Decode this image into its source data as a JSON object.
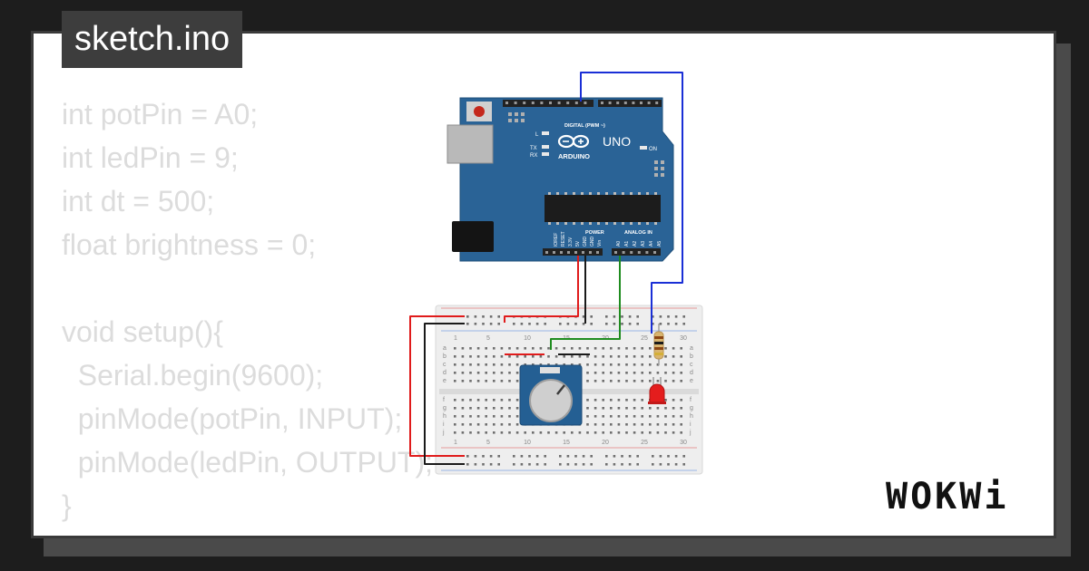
{
  "file_tab": {
    "label": "sketch.ino"
  },
  "code_lines": [
    "int potPin = A0;",
    "int ledPin = 9;",
    "int dt = 500;",
    "float brightness = 0;",
    "",
    "void setup(){",
    "  Serial.begin(9600);",
    "  pinMode(potPin, INPUT);",
    "  pinMode(ledPin, OUTPUT);",
    "}"
  ],
  "board": {
    "brand": "ARDUINO",
    "model": "UNO",
    "digital_header": "DIGITAL (PWM ~)",
    "power_header": "POWER",
    "analog_header": "ANALOG IN",
    "tx": "TX",
    "rx": "RX",
    "l": "L",
    "on": "ON",
    "power_pins": [
      "IOREF",
      "RESET",
      "3.3V",
      "5V",
      "GND",
      "GND",
      "Vin"
    ],
    "analog_pins": [
      "A0",
      "A1",
      "A2",
      "A3",
      "A4",
      "A5"
    ]
  },
  "breadboard": {
    "column_numbers": [
      "1",
      "5",
      "10",
      "15",
      "20",
      "25",
      "30"
    ],
    "row_letters_top": [
      "a",
      "b",
      "c",
      "d",
      "e"
    ],
    "row_letters_bottom": [
      "f",
      "g",
      "h",
      "i",
      "j"
    ]
  },
  "logo": {
    "text": "WOKWi"
  },
  "colors": {
    "board": "#2a6396",
    "wire_red": "#e01b1b",
    "wire_black": "#1a1a1a",
    "wire_green": "#1f8c1f",
    "wire_blue": "#1a2fd6",
    "led": "#e41d1d"
  }
}
